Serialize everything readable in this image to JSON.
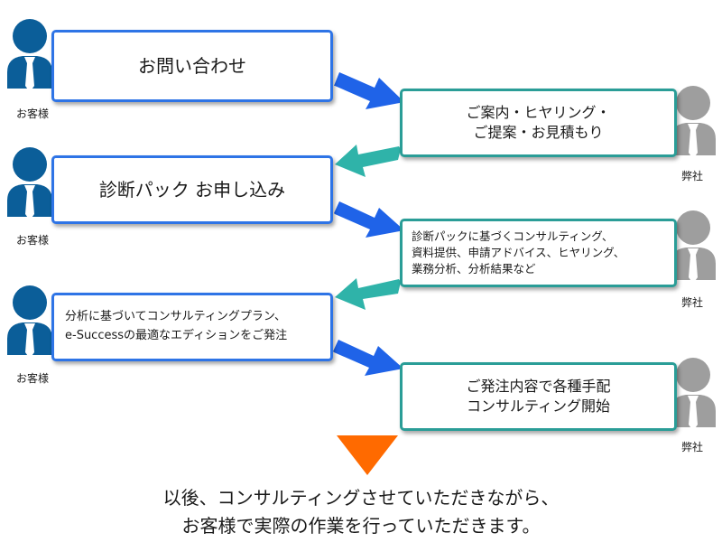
{
  "colors": {
    "customer_blue": "#0b5e99",
    "customer_border": "#2e74e6",
    "company_border": "#2a9d97",
    "company_gray": "#9e9e9e",
    "arrow_blue": "#1f63e8",
    "arrow_teal": "#2fb3a9",
    "final_arrow_orange": "#ff6a00"
  },
  "labels": {
    "customer": "お客様",
    "company": "弊社"
  },
  "steps": {
    "inquiry": "お問い合わせ",
    "guide": "ご案内・ヒヤリング・\nご提案・お見積もり",
    "apply": "診断パック お申し込み",
    "diagnosis": "診断パックに基づくコンサルティング、\n資料提供、申請アドバイス、ヒヤリング、\n業務分析、分析結果など",
    "order": "分析に基づいてコンサルティングプラン、\ne-Successの最適なエディションをご発注",
    "start": "ご発注内容で各種手配\nコンサルティング開始"
  },
  "final_text": "以後、コンサルティングさせていただきながら、\nお客様で実際の作業を行っていただきます。"
}
